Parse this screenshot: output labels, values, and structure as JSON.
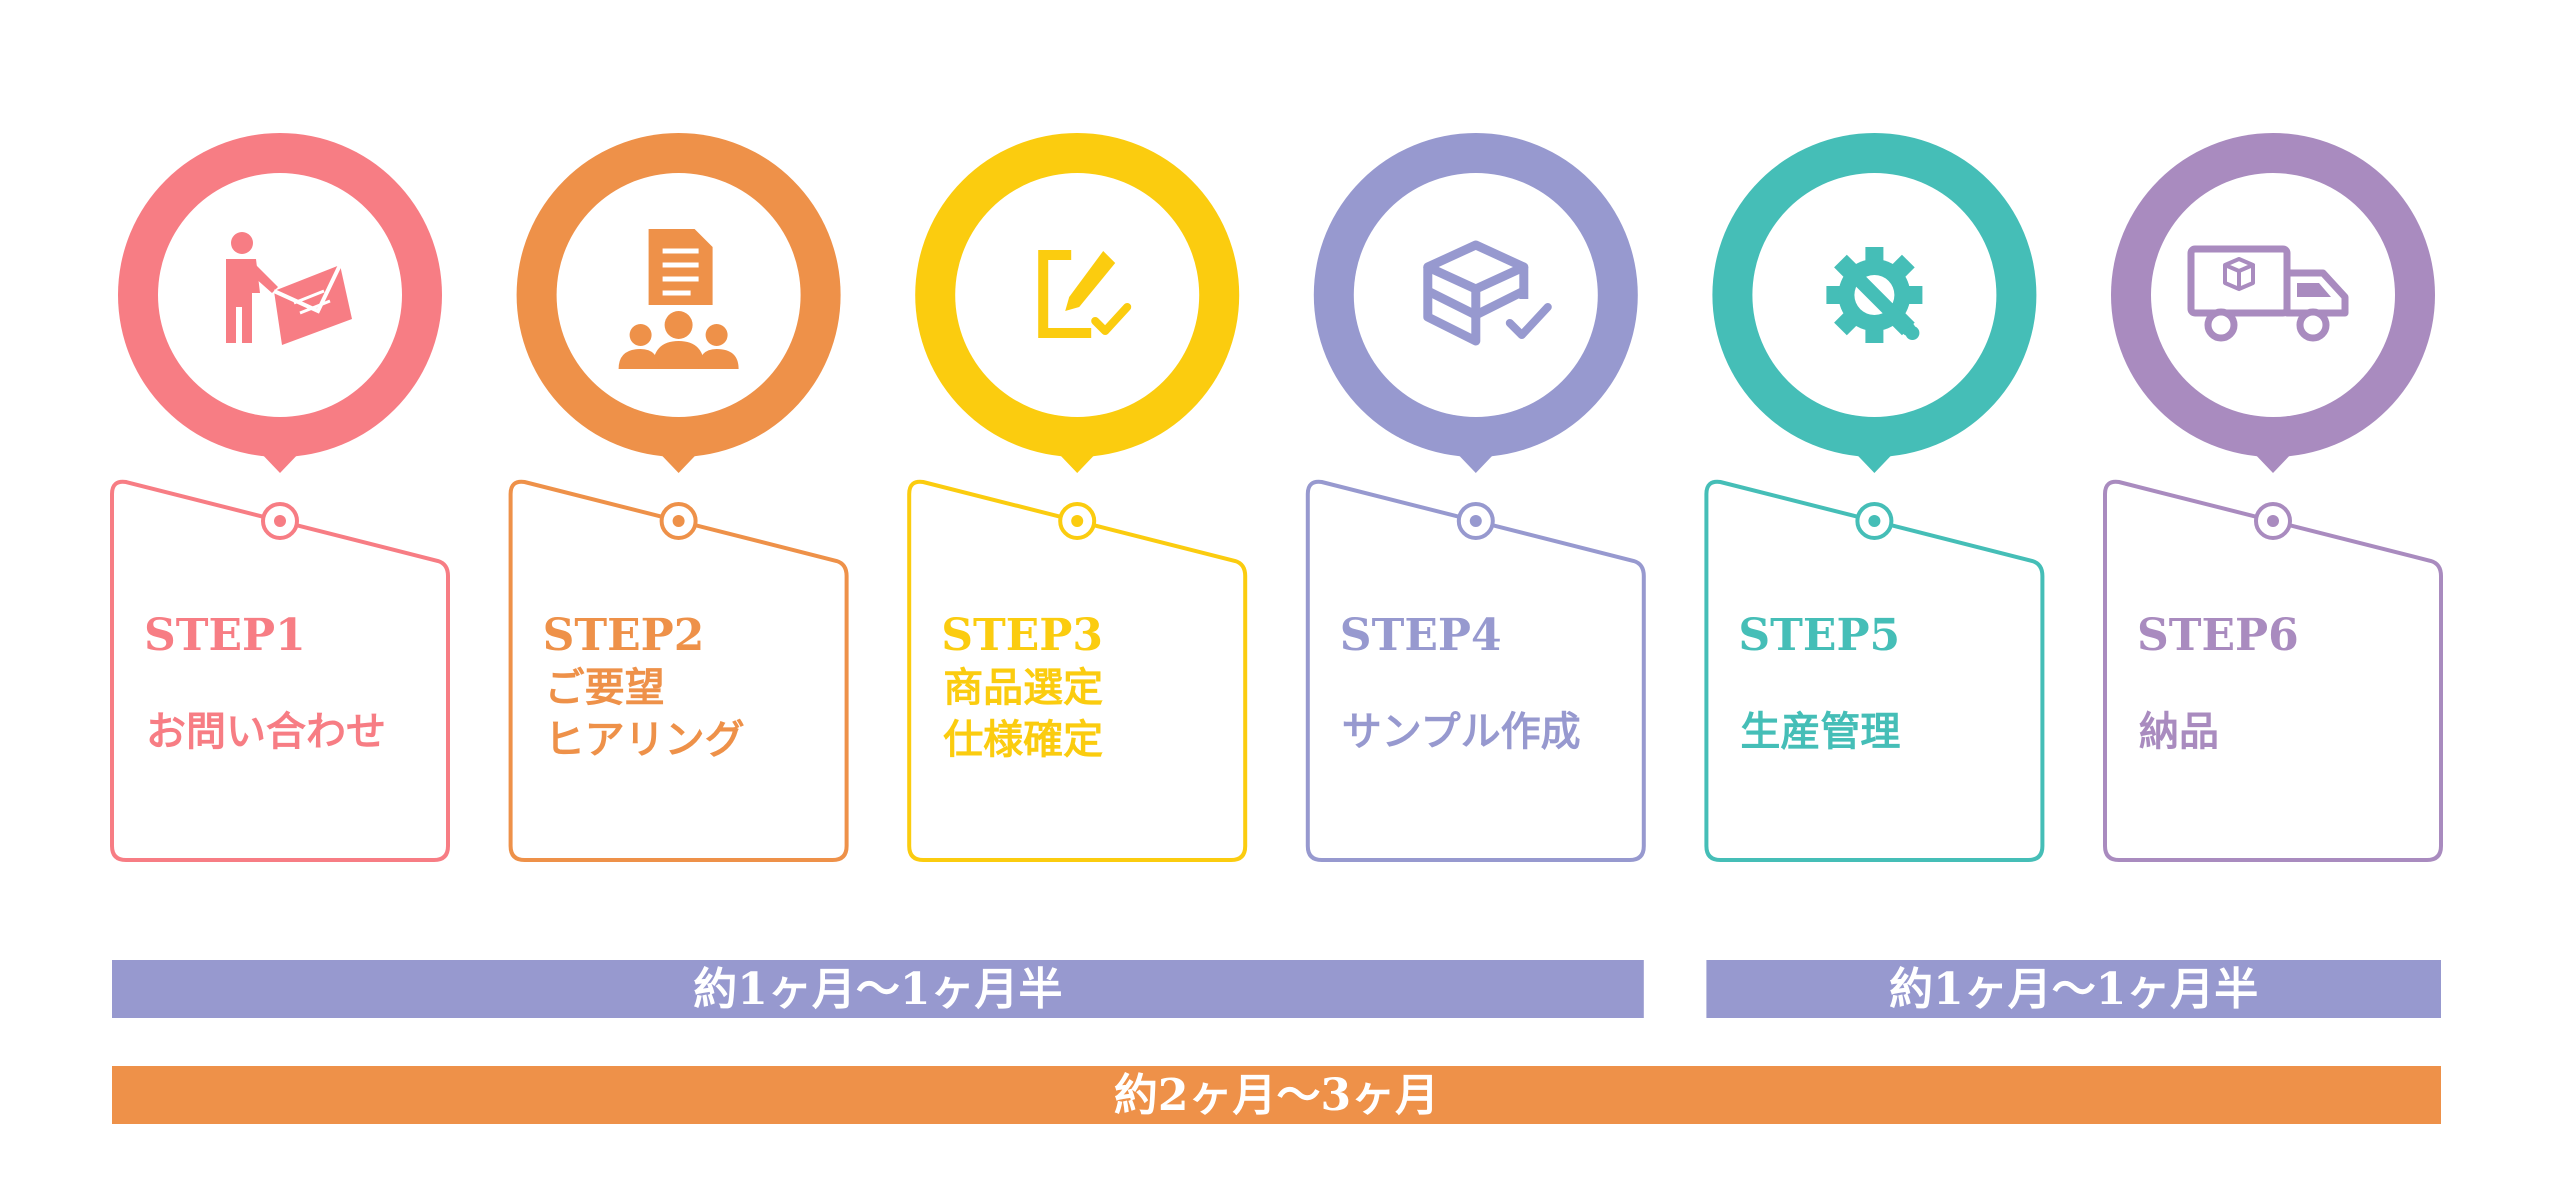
{
  "steps": [
    {
      "label": "STEP1",
      "title_lines": [
        "お問い合わせ"
      ],
      "color": "#F77D84",
      "icon": "person-mail-icon"
    },
    {
      "label": "STEP2",
      "title_lines": [
        "ご要望",
        "ヒアリング"
      ],
      "color": "#EE9149",
      "icon": "document-people-icon"
    },
    {
      "label": "STEP3",
      "title_lines": [
        "商品選定",
        "仕様確定"
      ],
      "color": "#FBCC0F",
      "icon": "edit-check-icon"
    },
    {
      "label": "STEP4",
      "title_lines": [
        "サンプル作成"
      ],
      "color": "#9799CF",
      "icon": "box-check-icon"
    },
    {
      "label": "STEP5",
      "title_lines": [
        "生産管理"
      ],
      "color": "#45BEB7",
      "icon": "gear-wrench-icon"
    },
    {
      "label": "STEP6",
      "title_lines": [
        "納品"
      ],
      "color": "#A98BBF",
      "icon": "truck-icon"
    }
  ],
  "bars": [
    {
      "label": "約1ヶ月〜1ヶ月半",
      "from_step": 1,
      "to_step": 4,
      "color": "#9799CF"
    },
    {
      "label": "約1ヶ月〜1ヶ月半",
      "from_step": 5,
      "to_step": 6,
      "color": "#9799CF"
    },
    {
      "label": "約2ヶ月〜3ヶ月",
      "from_step": 1,
      "to_step": 6,
      "color": "#EE9149"
    }
  ]
}
